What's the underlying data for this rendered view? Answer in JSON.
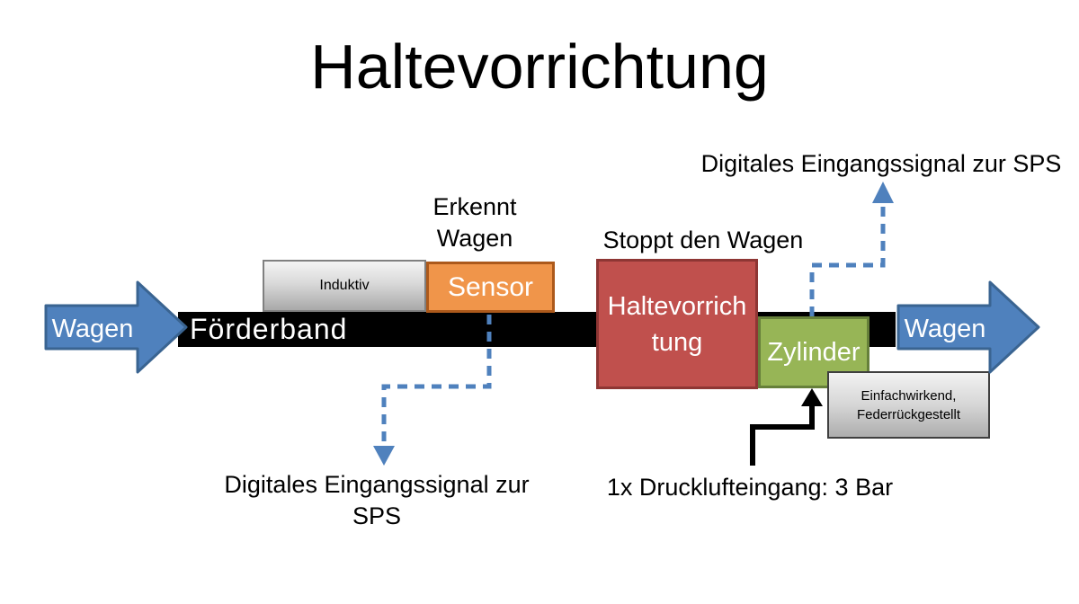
{
  "title": "Haltevorrichtung",
  "annotations": {
    "sps_top": "Digitales Eingangssignal zur SPS",
    "sps_bottom": "Digitales Eingangssignal zur SPS",
    "erkennt": "Erkennt\nWagen",
    "stoppt": "Stoppt den Wagen",
    "druckluft": "1x Drucklufteingang: 3 Bar"
  },
  "nodes": {
    "wagen_left": "Wagen",
    "foerderband": "Förderband",
    "induktiv": "Induktiv",
    "sensor": "Sensor",
    "haltevorrichtung": "Haltevorrich\ntung",
    "zylinder": "Zylinder",
    "einfachwirkend": "Einfachwirkend,\nFederrückgestellt",
    "wagen_right": "Wagen"
  },
  "colors": {
    "blue-fill": "#4F81BD",
    "blue-border": "#3A6491",
    "orange-fill": "#F0954A",
    "orange-border": "#AC591B",
    "red-fill": "#C0504D",
    "red-border": "#8E3634",
    "green-fill": "#97B556",
    "green-border": "#66803A",
    "belt-black": "#000000"
  }
}
